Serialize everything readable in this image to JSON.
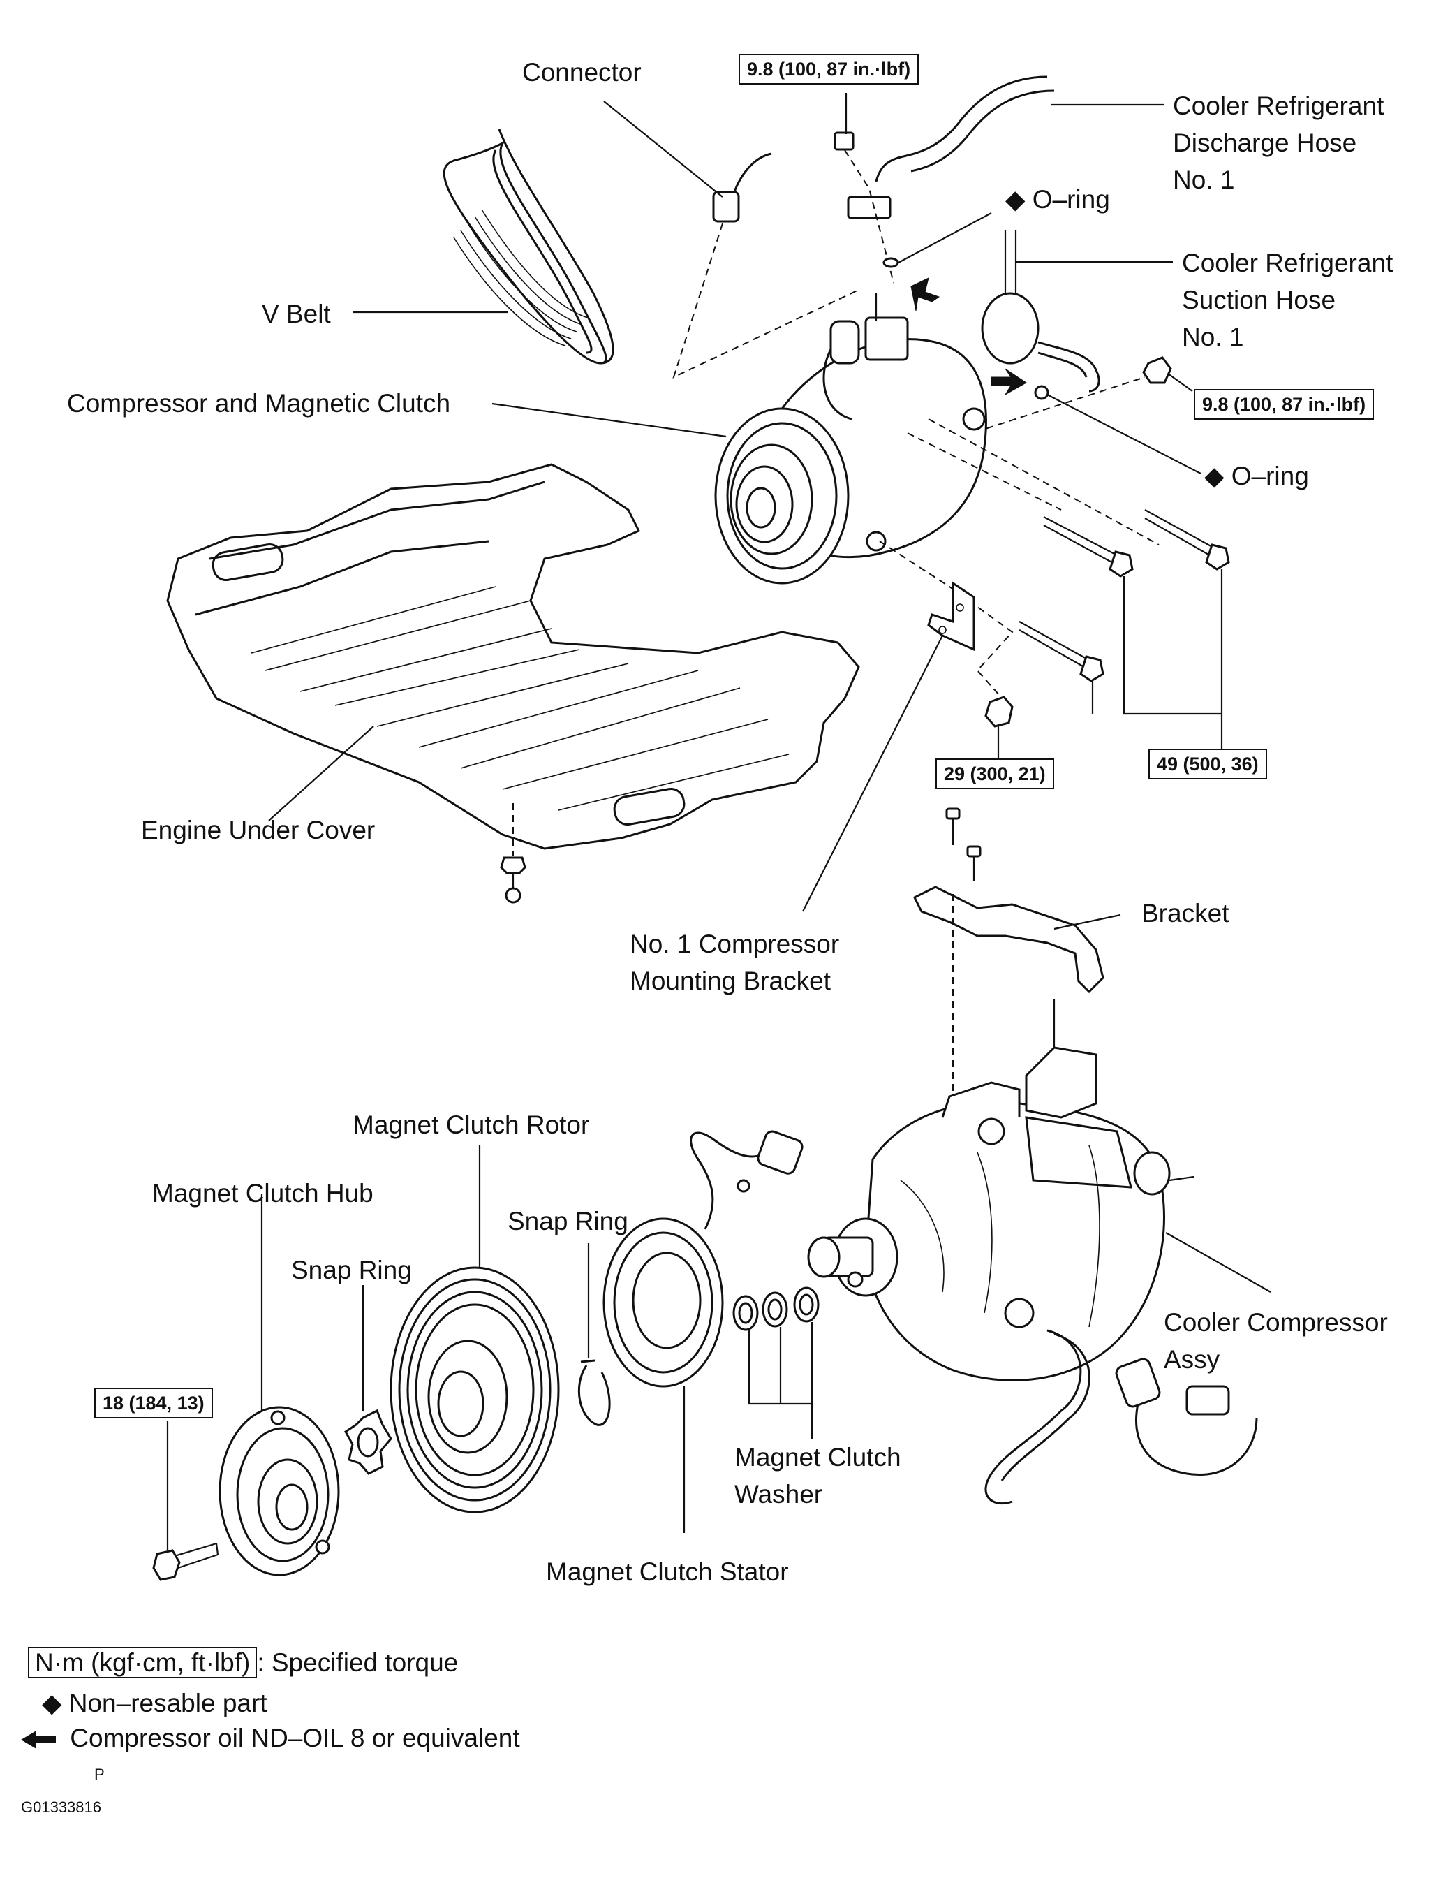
{
  "labels": {
    "connector": "Connector",
    "discharge_hose": "Cooler Refrigerant\nDischarge Hose\nNo. 1",
    "o_ring_top": "◆ O–ring",
    "suction_hose": "Cooler Refrigerant\nSuction Hose\nNo. 1",
    "v_belt": "V Belt",
    "compressor_clutch": "Compressor and Magnetic Clutch",
    "o_ring_mid": "◆ O–ring",
    "engine_under_cover": "Engine Under Cover",
    "mounting_bracket": "No. 1 Compressor\nMounting Bracket",
    "bracket": "Bracket",
    "clutch_rotor": "Magnet Clutch Rotor",
    "clutch_hub": "Magnet Clutch Hub",
    "snap_ring_right": "Snap Ring",
    "snap_ring_left": "Snap Ring",
    "cooler_compressor": "Cooler Compressor\nAssy",
    "clutch_washer": "Magnet Clutch\nWasher",
    "clutch_stator": "Magnet Clutch Stator"
  },
  "torques": {
    "discharge_bolt": "9.8 (100, 87 in.·lbf)",
    "suction_nut": "9.8 (100, 87 in.·lbf)",
    "bracket_nut": "29 (300, 21)",
    "compressor_bolts": "49 (500, 36)",
    "hub_bolt": "18 (184, 13)"
  },
  "legend": {
    "torque_unit": "N·m (kgf·cm, ft·lbf)",
    "torque_desc": ": Specified torque",
    "non_reusable": "◆ Non–resable part",
    "oil": "Compressor oil ND–OIL 8 or equivalent"
  },
  "footer": {
    "p_mark": "P",
    "figure_code": "G01333816"
  }
}
